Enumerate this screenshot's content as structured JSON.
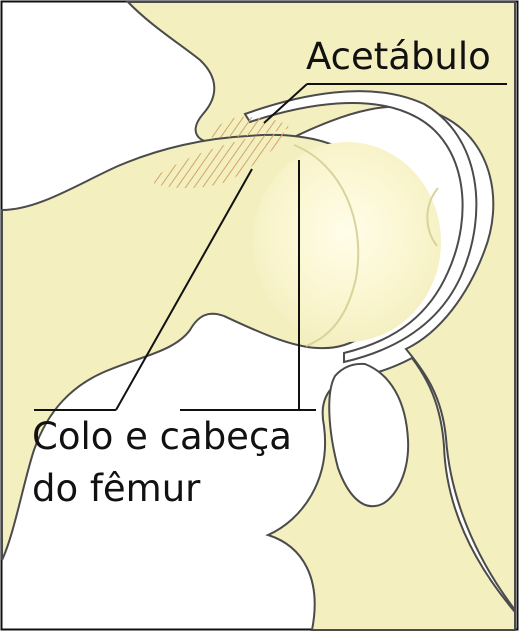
{
  "labels": {
    "acetabulum": "Acetábulo",
    "femur_line_1": "Colo e cabeça",
    "femur_line_2": "do fêmur"
  },
  "colors": {
    "bone_fill": "#f3efbf",
    "bone_outline": "#4b4b4b",
    "joint_highlight": "#fffce8",
    "hatch": "#d2a46a",
    "pointer_line": "#111111",
    "background": "#ffffff"
  }
}
